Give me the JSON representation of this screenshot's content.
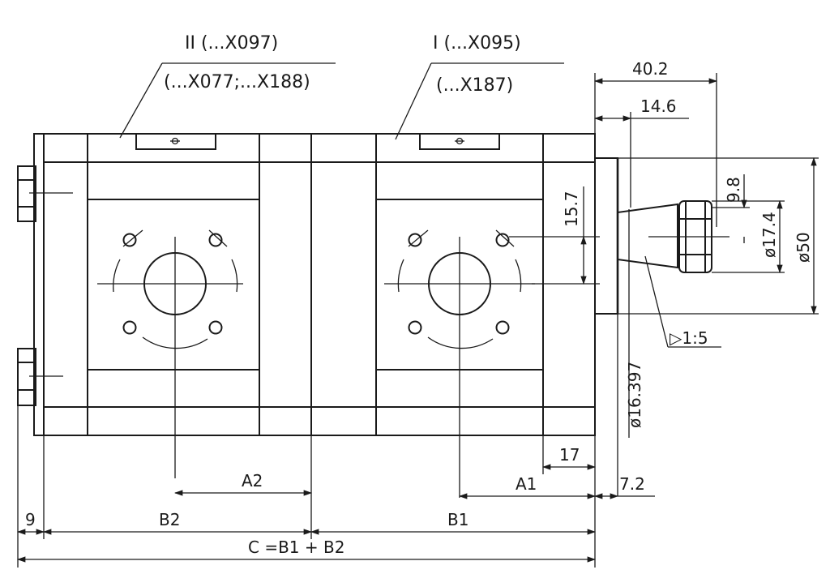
{
  "labels": {
    "part_ii": "II (...X097)",
    "part_ii_alt": "(...X077;...X188)",
    "part_i": "I (...X095)",
    "part_i_alt": "(...X187)"
  },
  "dimensions": {
    "d_40_2": "40.2",
    "d_14_6": "14.6",
    "d_9_8": "9.8",
    "d_17_4": "ø17.4",
    "d_50": "ø50",
    "d_15_7": "15.7",
    "taper": "▷1:5",
    "d_16_397": "ø16.397",
    "d_17": "17",
    "d_7_2": "7.2",
    "a1": "A1",
    "a2": "A2",
    "b1": "B1",
    "b2": "B2",
    "d_9": "9",
    "c_formula": "C =B1 + B2"
  }
}
